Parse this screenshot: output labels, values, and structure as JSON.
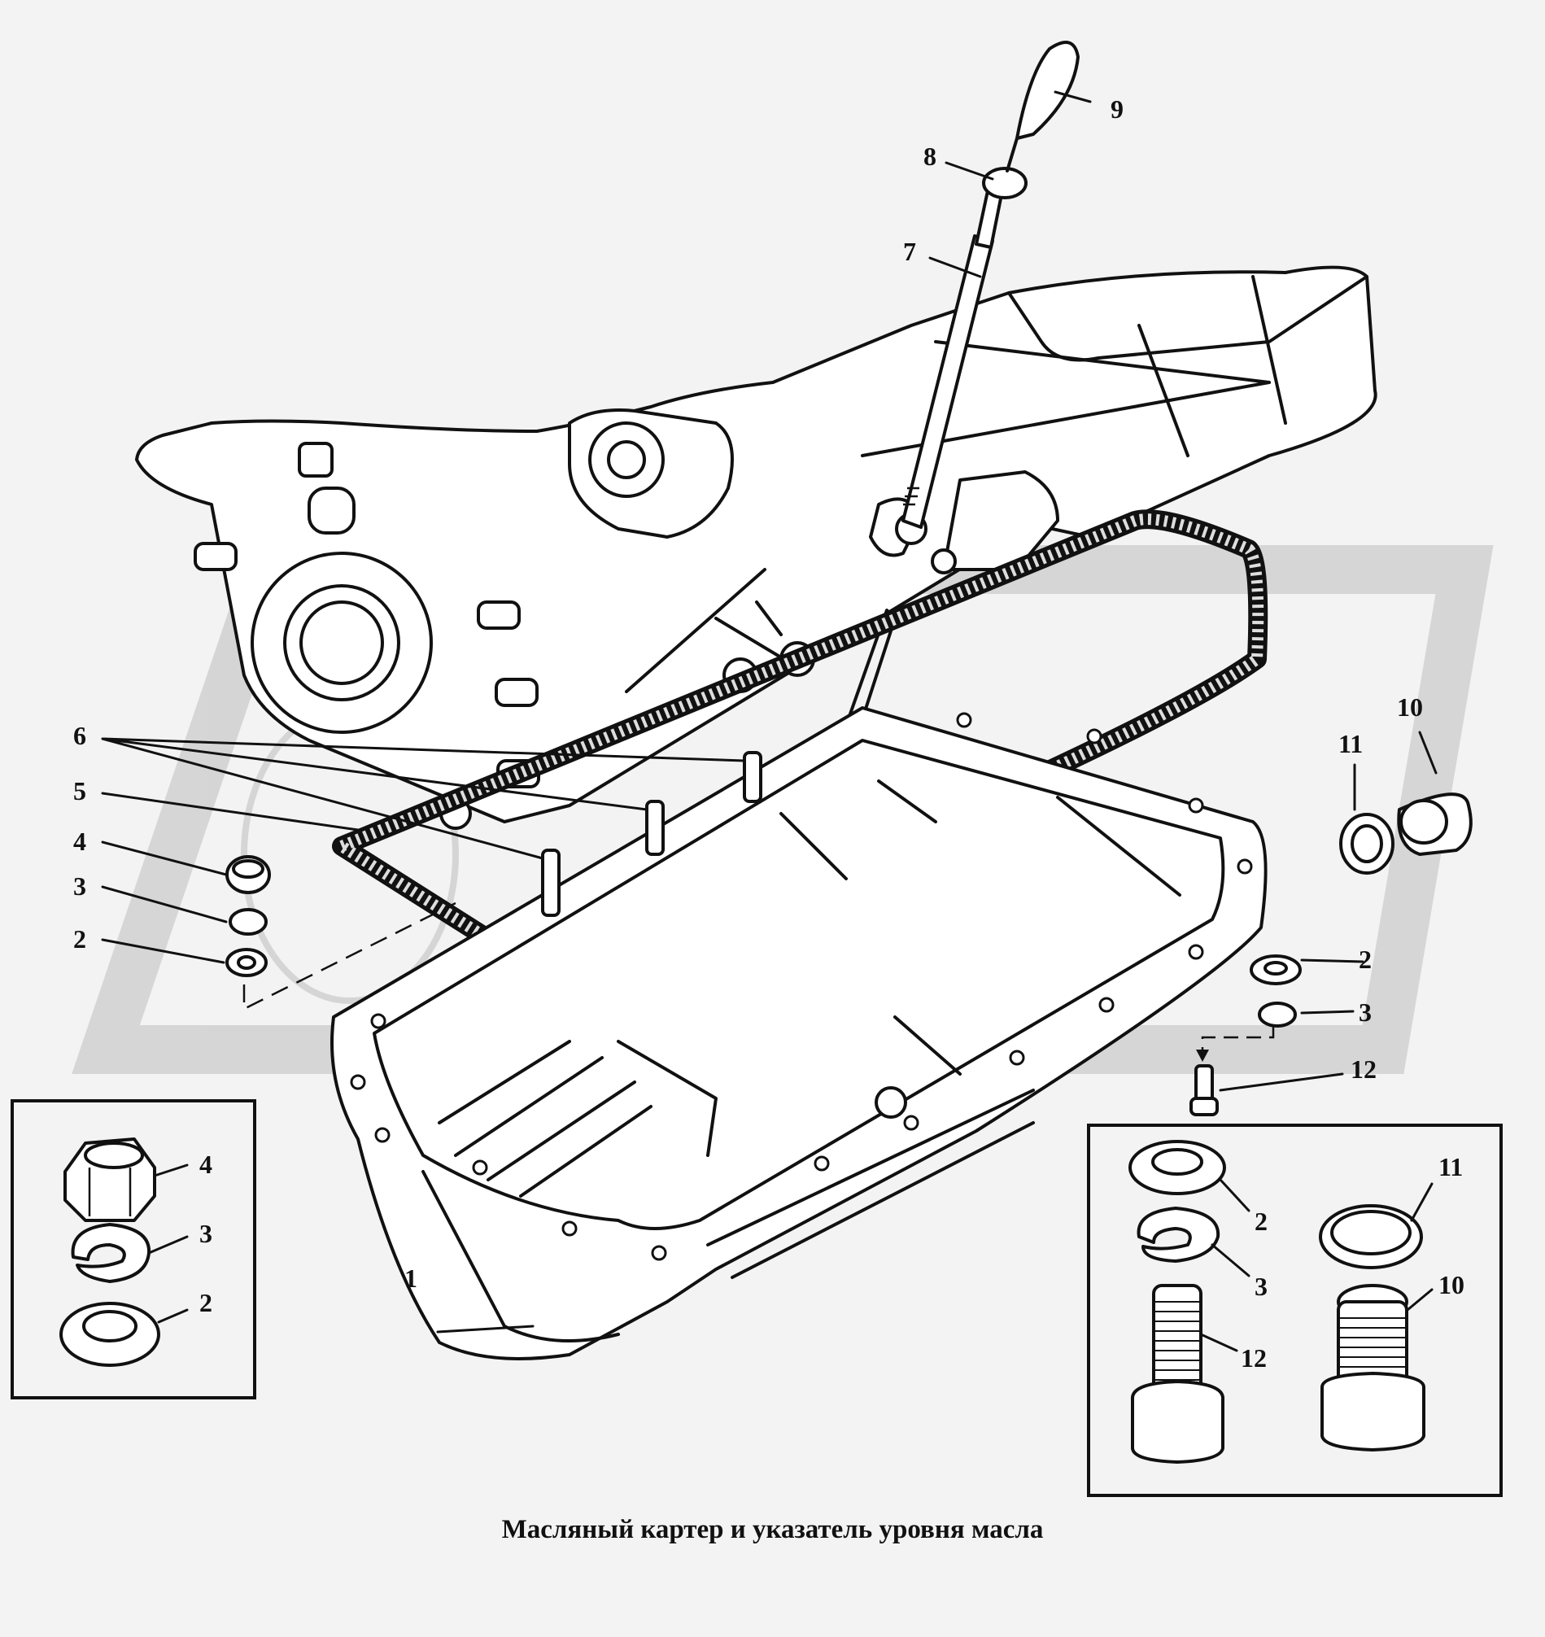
{
  "caption": "Масляный картер и указатель уровня масла",
  "callouts": {
    "c1": "1",
    "c2a": "2",
    "c3a": "3",
    "c4": "4",
    "c5": "5",
    "c6": "6",
    "c7": "7",
    "c8": "8",
    "c9": "9",
    "c10": "10",
    "c11": "11",
    "c2b": "2",
    "c3b": "3",
    "c12": "12"
  },
  "inset_left": {
    "c4": "4",
    "c3": "3",
    "c2": "2"
  },
  "inset_right": {
    "c2": "2",
    "c3": "3",
    "c12": "12",
    "c11": "11",
    "c10": "10"
  }
}
